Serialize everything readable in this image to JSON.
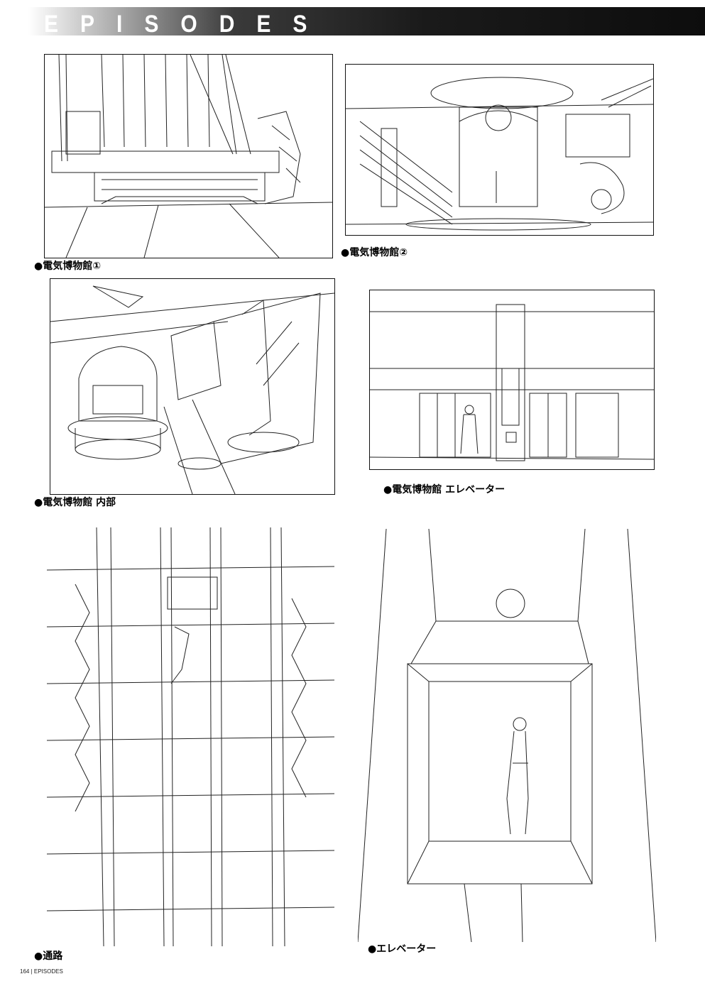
{
  "header": {
    "title": "EPISODES"
  },
  "panels": [
    {
      "caption": "●電気博物館①"
    },
    {
      "caption": "●電気博物館②"
    },
    {
      "caption": "●電気博物館 内部"
    },
    {
      "caption": "●電気博物館 エレベーター"
    },
    {
      "caption": "●通路"
    },
    {
      "caption": "●エレベーター"
    }
  ],
  "footer": {
    "page_label": "164 | EPISODES"
  },
  "colors": {
    "header_bar": "#0d0d0d",
    "line": "#111111"
  }
}
